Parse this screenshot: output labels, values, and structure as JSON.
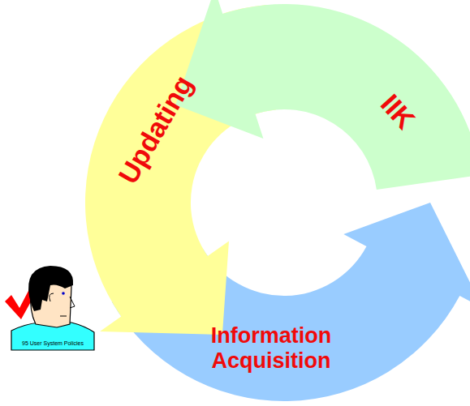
{
  "diagram": {
    "nodes": [
      {
        "text": [
          "Updating"
        ]
      },
      {
        "text": [
          "IIK"
        ]
      },
      {
        "text": [
          "Information Acquisition"
        ]
      }
    ],
    "labels": [
      "95 User System Policies"
    ]
  }
}
